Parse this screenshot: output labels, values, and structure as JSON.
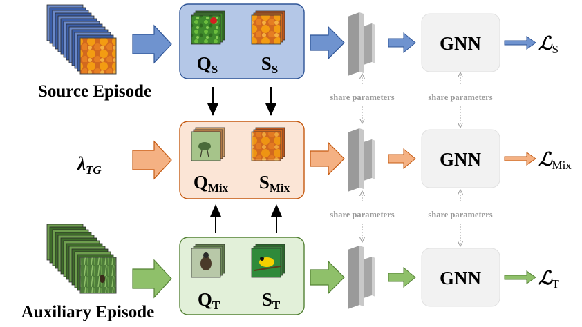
{
  "episodes": {
    "source": "Source Episode",
    "auxiliary": "Auxiliary Episode"
  },
  "lambda": {
    "symbol": "λ",
    "sub": "TG"
  },
  "rows": {
    "source": {
      "query": "Q",
      "support": "S",
      "sub": "S"
    },
    "mix": {
      "query": "Q",
      "support": "S",
      "sub": "Mix"
    },
    "target": {
      "query": "Q",
      "support": "S",
      "sub": "T"
    }
  },
  "gnn_label": "GNN",
  "share_label": "share parameters",
  "losses": {
    "symbol": "ℒ",
    "source_sub": "S",
    "mix_sub": "Mix",
    "target_sub": "T"
  },
  "colors": {
    "source_fill": "#b4c7e7",
    "source_stroke": "#2f5597",
    "source_arrow": "#6f93cf",
    "mix_fill": "#fbe5d6",
    "mix_stroke": "#c55a11",
    "mix_arrow": "#f4b183",
    "target_fill": "#e2f0d9",
    "target_stroke": "#548235",
    "target_arrow": "#8fc06a",
    "gnn_fill": "#f2f2f2"
  }
}
